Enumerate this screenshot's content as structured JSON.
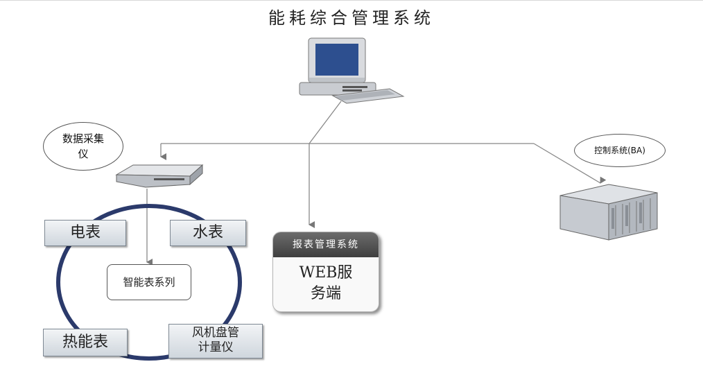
{
  "title": "能耗综合管理系统",
  "collector_bubble": {
    "line1": "数据采集",
    "line2": "仪"
  },
  "control_bubble": "控制系统(BA)",
  "meters": {
    "electric": "电表",
    "water": "水表",
    "heat": "热能表",
    "fan_coil_line1": "风机盘管",
    "fan_coil_line2": "计量仪"
  },
  "smart_meter_series": "智能表系列",
  "web_server": {
    "header": "报表管理系统",
    "line1": "WEB服",
    "line2": "务端"
  },
  "icons": [
    "computer-icon",
    "data-collector-device-icon",
    "ba-cabinet-icon"
  ],
  "colors": {
    "ring": "#2b3a6b",
    "wire": "#888888",
    "server_header": "#4a4a4a"
  }
}
